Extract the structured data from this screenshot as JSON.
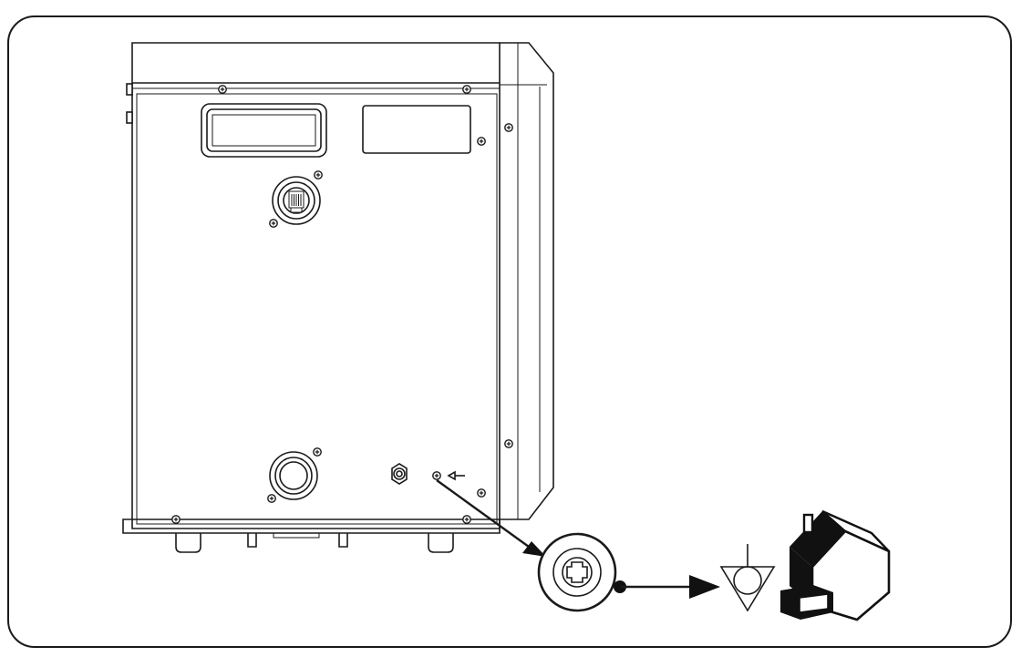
{
  "figure": {
    "components": [
      "housing",
      "top-handle-recess",
      "label-window",
      "signal-connector-upper",
      "power-connector-lower",
      "cable-gland",
      "ground-terminal",
      "ground-terminal-magnified",
      "equipotential-ground-symbol",
      "grounding-building-icon"
    ],
    "icons": [
      "ground-arrow-icon",
      "equipotential-ground-icon",
      "building-ground-icon",
      "screw-head-icon"
    ],
    "colors": {
      "line": "#1a1a1a",
      "fill": "#111111",
      "background": "#ffffff"
    }
  }
}
